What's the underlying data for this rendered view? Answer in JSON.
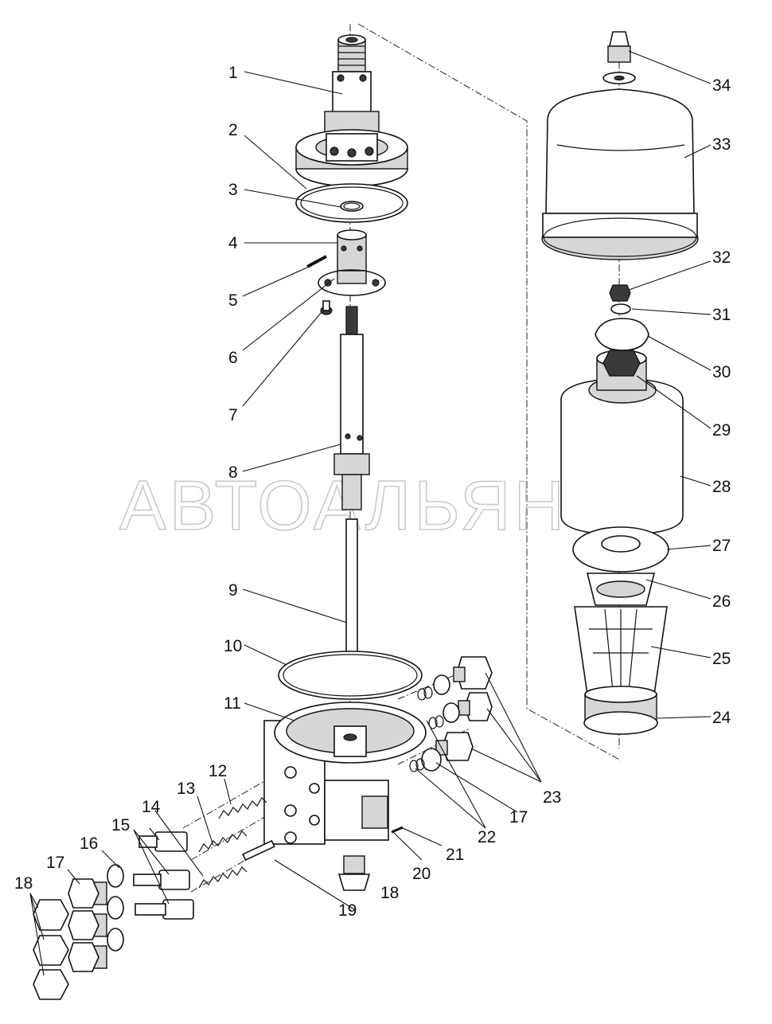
{
  "watermark": "АВТОАЛЬЯНС",
  "callouts": [
    {
      "id": "1",
      "text": "1"
    },
    {
      "id": "2",
      "text": "2"
    },
    {
      "id": "3",
      "text": "3"
    },
    {
      "id": "4",
      "text": "4"
    },
    {
      "id": "5",
      "text": "5"
    },
    {
      "id": "6",
      "text": "6"
    },
    {
      "id": "7",
      "text": "7"
    },
    {
      "id": "8",
      "text": "8"
    },
    {
      "id": "9",
      "text": "9"
    },
    {
      "id": "10",
      "text": "10"
    },
    {
      "id": "11",
      "text": "11"
    },
    {
      "id": "12",
      "text": "12"
    },
    {
      "id": "13",
      "text": "13"
    },
    {
      "id": "14",
      "text": "14"
    },
    {
      "id": "15",
      "text": "15"
    },
    {
      "id": "16",
      "text": "16"
    },
    {
      "id": "17a",
      "text": "17"
    },
    {
      "id": "17b",
      "text": "17"
    },
    {
      "id": "18a",
      "text": "18"
    },
    {
      "id": "18b",
      "text": "18"
    },
    {
      "id": "19",
      "text": "19"
    },
    {
      "id": "20",
      "text": "20"
    },
    {
      "id": "21",
      "text": "21"
    },
    {
      "id": "22",
      "text": "22"
    },
    {
      "id": "23",
      "text": "23"
    },
    {
      "id": "24",
      "text": "24"
    },
    {
      "id": "25",
      "text": "25"
    },
    {
      "id": "26",
      "text": "26"
    },
    {
      "id": "27",
      "text": "27"
    },
    {
      "id": "28",
      "text": "28"
    },
    {
      "id": "29",
      "text": "29"
    },
    {
      "id": "30",
      "text": "30"
    },
    {
      "id": "31",
      "text": "31"
    },
    {
      "id": "32",
      "text": "32"
    },
    {
      "id": "33",
      "text": "33"
    },
    {
      "id": "34",
      "text": "34"
    }
  ]
}
